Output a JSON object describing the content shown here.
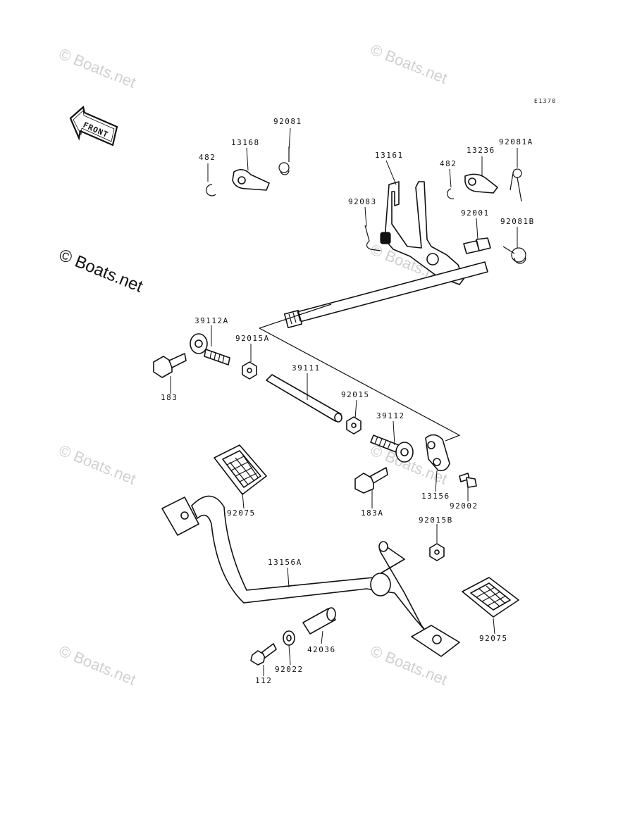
{
  "diagram_code": "E1370",
  "front_arrow_label": "FRONT",
  "watermark": {
    "text": "© Boats.net"
  },
  "parts": [
    {
      "id": "p482a",
      "label": "482"
    },
    {
      "id": "p13168",
      "label": "13168"
    },
    {
      "id": "p92081",
      "label": "92081"
    },
    {
      "id": "p13161",
      "label": "13161"
    },
    {
      "id": "p482b",
      "label": "482"
    },
    {
      "id": "p13236",
      "label": "13236"
    },
    {
      "id": "p92081A",
      "label": "92081A"
    },
    {
      "id": "p92083",
      "label": "92083"
    },
    {
      "id": "p92001",
      "label": "92001"
    },
    {
      "id": "p92081B",
      "label": "92081B"
    },
    {
      "id": "p39112A",
      "label": "39112A"
    },
    {
      "id": "p92015A",
      "label": "92015A"
    },
    {
      "id": "p183",
      "label": "183"
    },
    {
      "id": "p39111",
      "label": "39111"
    },
    {
      "id": "p92015",
      "label": "92015"
    },
    {
      "id": "p39112",
      "label": "39112"
    },
    {
      "id": "p13156",
      "label": "13156"
    },
    {
      "id": "p92002",
      "label": "92002"
    },
    {
      "id": "p183A",
      "label": "183A"
    },
    {
      "id": "p92075a",
      "label": "92075"
    },
    {
      "id": "p92015B",
      "label": "92015B"
    },
    {
      "id": "p13156A",
      "label": "13156A"
    },
    {
      "id": "p92075b",
      "label": "92075"
    },
    {
      "id": "p42036",
      "label": "42036"
    },
    {
      "id": "p92022",
      "label": "92022"
    },
    {
      "id": "p112",
      "label": "112"
    }
  ]
}
